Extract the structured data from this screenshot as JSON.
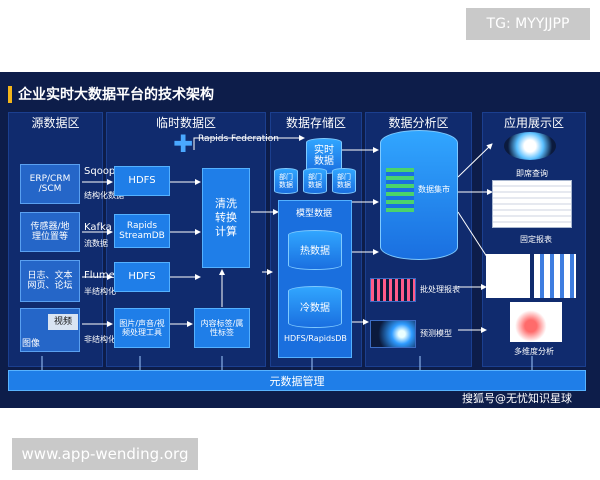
{
  "watermarks": {
    "top": "TG: MYYJJPP",
    "bottom": "www.app-wending.org"
  },
  "title": "企业实时大数据平台的技术架构",
  "zones": {
    "source": "源数据区",
    "temp": "临时数据区",
    "storage": "数据存储区",
    "analysis": "数据分析区",
    "app": "应用展示区"
  },
  "sources": {
    "erp": "ERP/CRM\n/SCM",
    "sensor": "传感器/地\n理位置等",
    "log": "日志、文本\n网页、论坛",
    "video": "视频",
    "image": "图像"
  },
  "ingest": {
    "sqoop": "Sqoop",
    "sqoop_type": "结构化数据",
    "kafka": "Kafka",
    "kafka_type": "流数据",
    "flume": "Flume",
    "flume_type": "半结构化",
    "other_type": "非结构化"
  },
  "temp": {
    "hdfs1": "HDFS",
    "rapids": "Rapids\nStreamDB",
    "hdfs2": "HDFS",
    "media_tool": "图片/声音/视\n频处理工具",
    "clean": "清洗\n转换\n计算",
    "content_tag": "内容标签/属\n性标签",
    "federation": "Rapids Federation"
  },
  "storage": {
    "realtime": "实时\n数据",
    "dept": "部门\n数据",
    "model": "模型数据",
    "hot": "热数据",
    "cold": "冷数据",
    "hdfs_rapids": "HDFS/RapidsDB"
  },
  "analysis": {
    "mart": "数据集市",
    "batch": "批处理报表",
    "predict": "预测模型"
  },
  "app": {
    "instant": "即席查询",
    "fixed": "固定报表",
    "multi": "多维度分析"
  },
  "meta": "元数据管理",
  "credit": "搜狐号@无忧知识星球",
  "colors": {
    "bg": "#0d1d4a",
    "zone": "#102b6e",
    "block": "#1f7ee8",
    "accent": "#f2b51b"
  }
}
